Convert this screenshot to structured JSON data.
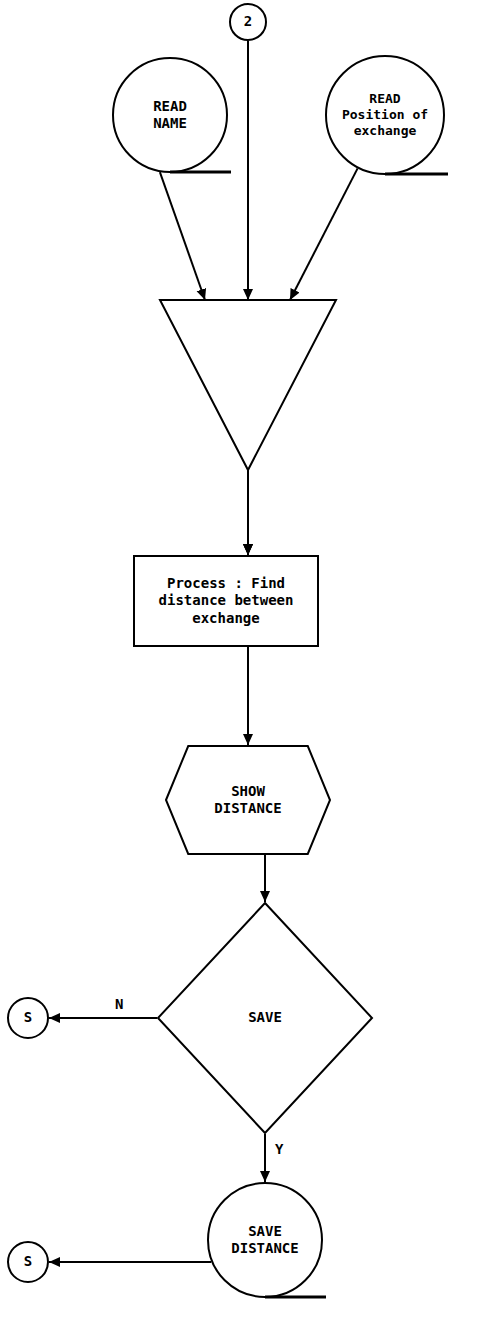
{
  "diagram": {
    "nodes": [
      {
        "text": [
          "READ NAME"
        ]
      },
      {
        "text": [
          "2"
        ]
      },
      {
        "text": [
          "READ Position of exchange"
        ]
      },
      {
        "text": [
          "Process : Find distance between exchange"
        ]
      },
      {
        "text": [
          "SHOW DISTANCE"
        ]
      },
      {
        "text": [
          "SAVE"
        ]
      },
      {
        "text": [
          "S"
        ]
      },
      {
        "text": [
          "SAVE DISTANCE"
        ]
      },
      {
        "text": [
          "S"
        ]
      }
    ],
    "edges": [
      {
        "from": 0,
        "to": 3,
        "arrow": "to"
      },
      {
        "from": 1,
        "to": 3,
        "arrow": "to"
      },
      {
        "from": 2,
        "to": 3,
        "arrow": "to"
      },
      {
        "from": 3,
        "to": 4,
        "arrow": "to"
      },
      {
        "from": 4,
        "to": 5,
        "arrow": "to"
      },
      {
        "from": 5,
        "to": 6,
        "label": "N",
        "arrow": "to"
      },
      {
        "from": 5,
        "to": 7,
        "label": "Y",
        "arrow": "to"
      },
      {
        "from": 7,
        "to": 8,
        "arrow": "to"
      }
    ]
  }
}
